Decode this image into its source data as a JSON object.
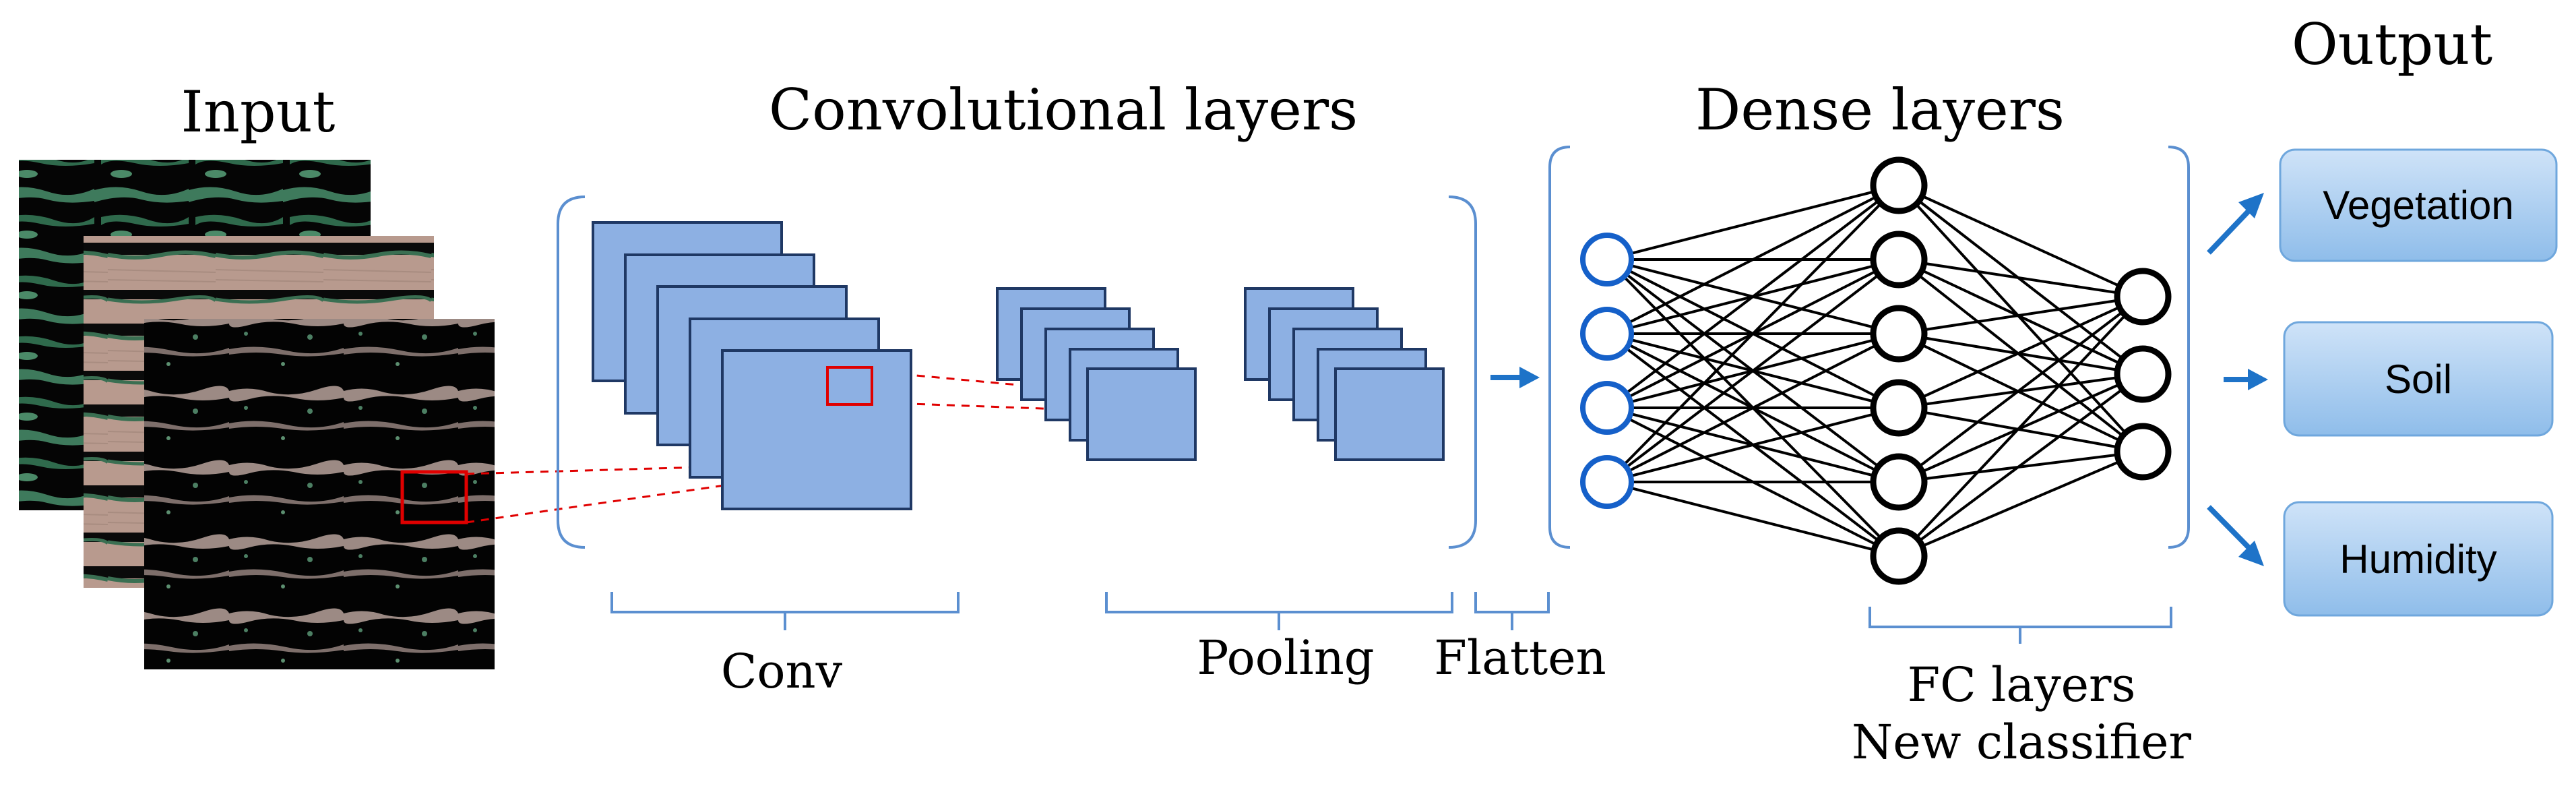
{
  "headings": {
    "input": "Input",
    "convolutional": "Convolutional layers",
    "dense": "Dense layers",
    "output": "Output"
  },
  "bottom_labels": {
    "conv": "Conv",
    "pooling": "Pooling",
    "flatten": "Flatten",
    "fc_line1": "FC layers",
    "fc_line2": "New classifier"
  },
  "outputs": [
    "Vegetation",
    "Soil",
    "Humidity"
  ],
  "network": {
    "input_nodes": 4,
    "hidden_nodes": 6,
    "output_nodes": 3
  },
  "colors": {
    "feature_map": "#8DB0E3",
    "feature_map_border": "#1F3864",
    "bracket": "#5B8FD0",
    "arrow": "#1E73C8",
    "input_node": "#1560C9",
    "output_box": "#A6CBEE",
    "highlight": "#E00000"
  }
}
